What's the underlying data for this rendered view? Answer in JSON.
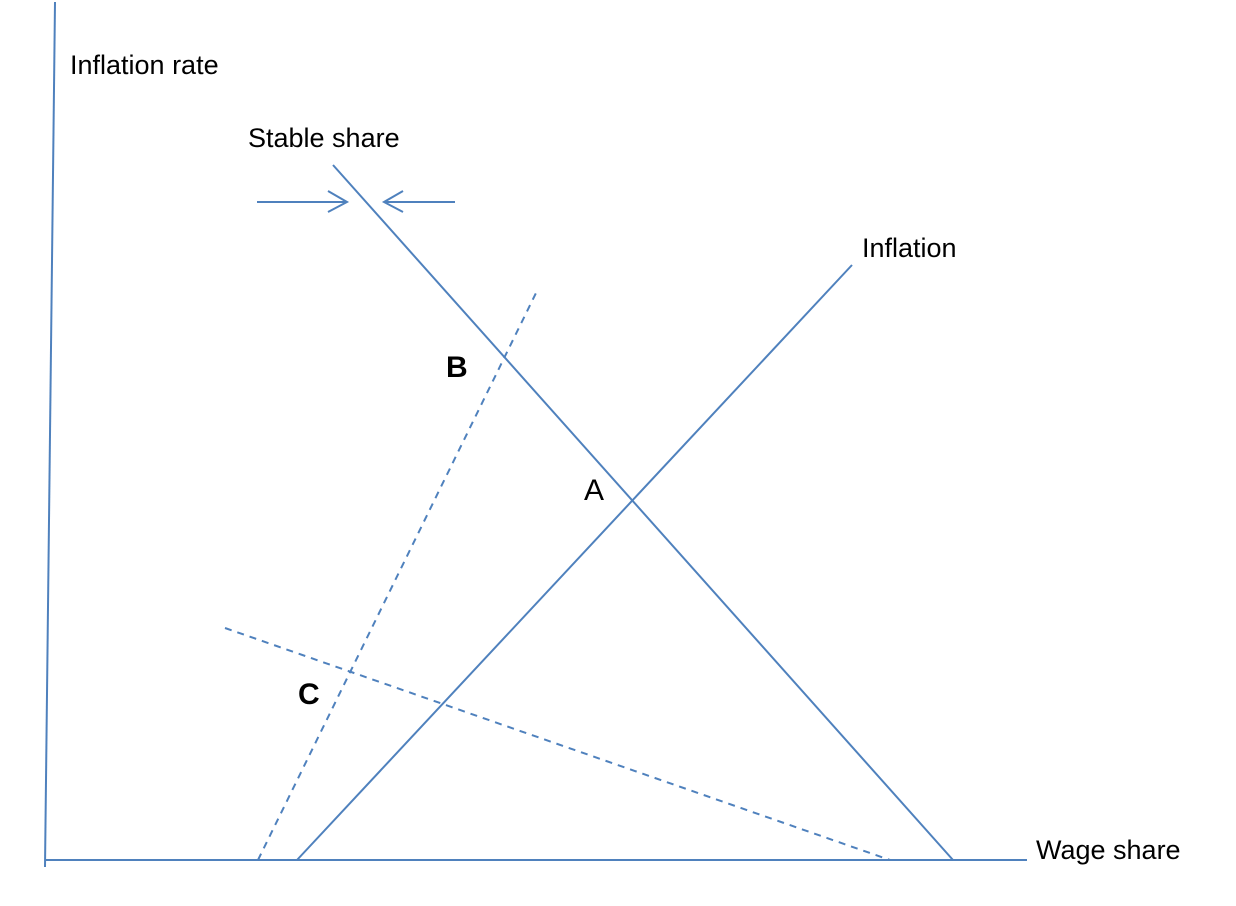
{
  "diagram": {
    "title": "Wage share vs inflation rate diagram",
    "y_axis_label": "Inflation rate",
    "x_axis_label": "Wage share",
    "stable_share_label": "Stable share",
    "inflation_curve_label": "Inflation",
    "points": {
      "a": "A",
      "b": "B",
      "c": "C"
    },
    "line_color": "#4f81bd"
  }
}
